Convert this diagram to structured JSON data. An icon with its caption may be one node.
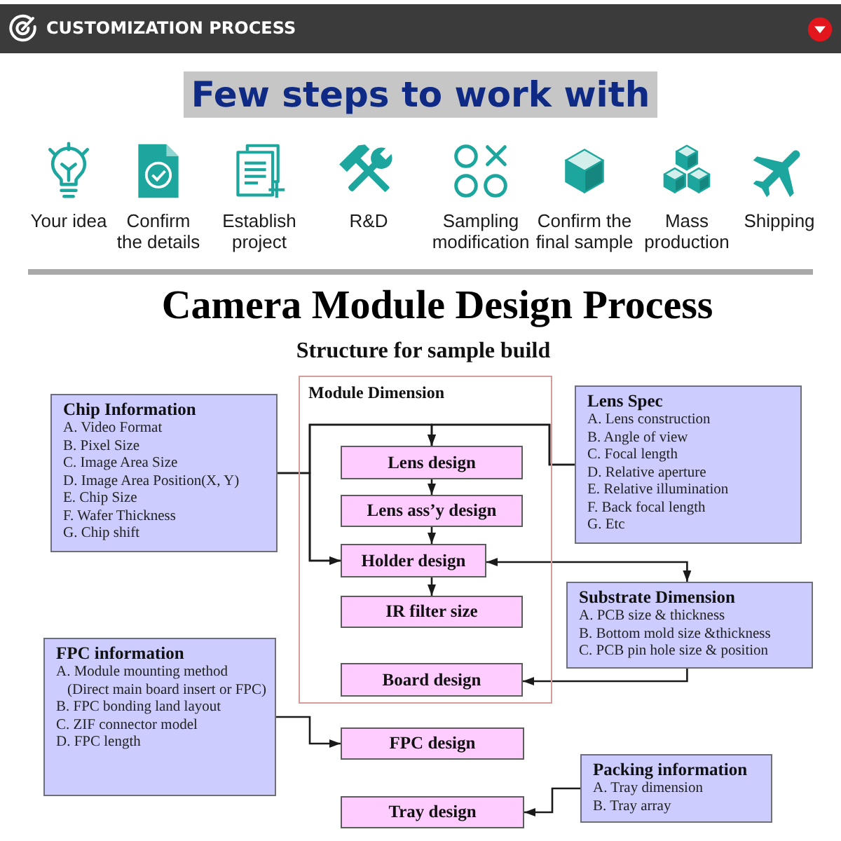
{
  "diagram": {
    "title": "Camera Module Design Process",
    "nodes": [
      {
        "text": [
          "Chip Information",
          "A. Video Format",
          "B. Pixel Size",
          "C. Image Area Size",
          "D. Image Area Position(X, Y)",
          "E. Chip Size",
          "F. Wafer Thickness",
          "G. Chip shift"
        ]
      },
      {
        "text": [
          "Module Dimension"
        ]
      },
      {
        "text": [
          "Lens design"
        ],
        "in": 1
      },
      {
        "text": [
          "Lens ass’y design"
        ],
        "in": 1
      },
      {
        "text": [
          "Holder design"
        ],
        "in": 1
      },
      {
        "text": [
          "IR filter size"
        ],
        "in": 1
      },
      {
        "text": [
          "Board design"
        ],
        "in": 1
      },
      {
        "text": [
          "Lens Spec",
          "A. Lens construction",
          "B. Angle of view",
          "C. Focal length",
          "D. Relative aperture",
          "E. Relative illumination",
          "F. Back focal length",
          "G. Etc"
        ]
      },
      {
        "text": [
          "Substrate Dimension",
          "A. PCB size & thickness",
          "B. Bottom mold size &thickness",
          "C. PCB pin hole size & position"
        ]
      },
      {
        "text": [
          "FPC information",
          "A. Module mounting method (Direct main board insert or FPC)",
          "B. FPC bonding land layout",
          "C. ZIF connector model",
          "D. FPC length"
        ]
      },
      {
        "text": [
          "FPC design"
        ]
      },
      {
        "text": [
          "Packing information",
          "A. Tray dimension",
          "B. Tray array"
        ]
      },
      {
        "text": [
          "Tray design"
        ]
      }
    ],
    "edges": [
      {
        "from": 0,
        "to": 2,
        "arrow": "to"
      },
      {
        "from": 0,
        "to": 4,
        "arrow": "to"
      },
      {
        "from": 7,
        "to": 2,
        "arrow": "to"
      },
      {
        "from": 7,
        "to": 4,
        "arrow": "to"
      },
      {
        "from": 2,
        "to": 3,
        "arrow": "to"
      },
      {
        "from": 3,
        "to": 4,
        "arrow": "to"
      },
      {
        "from": 4,
        "to": 5,
        "arrow": "to"
      },
      {
        "from": 8,
        "to": 4,
        "arrow": "both"
      },
      {
        "from": 8,
        "to": 6,
        "arrow": "to"
      },
      {
        "from": 9,
        "to": 10,
        "arrow": "to"
      },
      {
        "from": 11,
        "to": 12,
        "arrow": "to"
      }
    ],
    "labels": [
      "CUSTOMIZATION PROCESS",
      "Few steps to work with",
      "Your idea",
      "Confirm the details",
      "Establish project",
      "R&D",
      "Sampling modification",
      "Confirm the final sample",
      "Mass production",
      "Shipping",
      "Structure for sample build"
    ]
  }
}
